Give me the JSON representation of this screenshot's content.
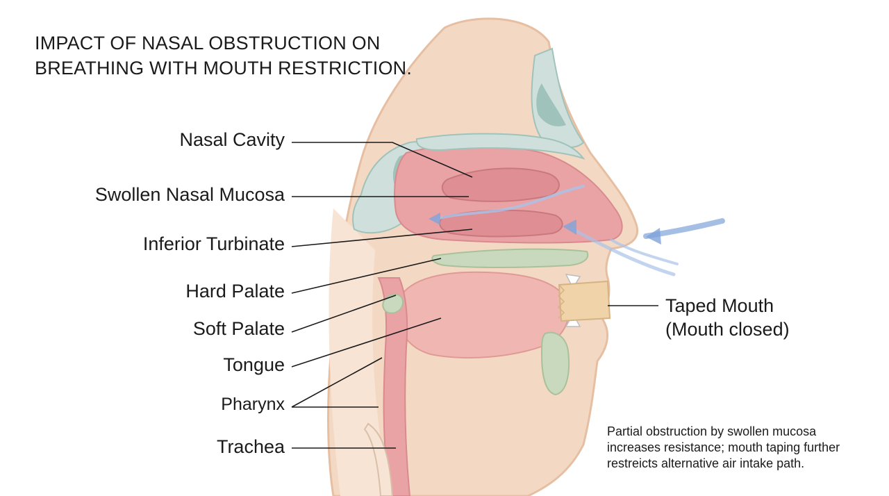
{
  "title": {
    "line1": "IMPACT OF NASAL OBSTRUCTION ON",
    "line2": "BREATHING WITH MOUTH RESTRICTION."
  },
  "labels": {
    "nasal_cavity": "Nasal Cavity",
    "swollen_mucosa": "Swollen Nasal Mucosa",
    "inferior_turbinate": "Inferior Turbinate",
    "hard_palate": "Hard Palate",
    "soft_palate": "Soft Palate",
    "tongue": "Tongue",
    "pharynx": "Pharynx",
    "trachea": "Trachea",
    "taped_mouth_line1": "Taped Mouth",
    "taped_mouth_line2": "(Mouth closed)"
  },
  "note": {
    "line1": "Partial obstruction by swollen mucosa",
    "line2": "increases resistance; mouth taping further",
    "line3": "restreicts alternative air intake path."
  },
  "colors": {
    "skin": "#f3d9c3",
    "skin_edge": "#e6bfa3",
    "mucosa": "#e9a3a5",
    "mucosa_dark": "#d98a8e",
    "bone": "#cfe0dc",
    "bone_dark": "#9fc2bb",
    "green_tissue": "#c9d9bd",
    "airflow": "#7fa3d9",
    "tape": "#f0d3a8",
    "leader": "#1a1a1a"
  },
  "icons": [
    "airflow-arrow-icon"
  ]
}
